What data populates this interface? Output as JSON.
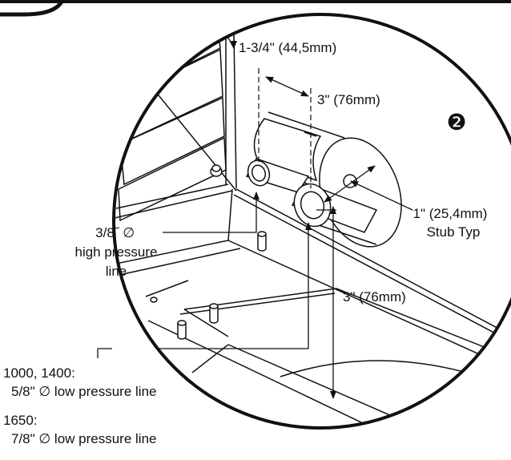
{
  "figure": {
    "step_marker": "❷",
    "labels": {
      "offset_horizontal": "1-3/4\" (44,5mm)",
      "spacing_horizontal": "3\" (76mm)",
      "stub_size_line1": "1\" (25,4mm)",
      "stub_size_line2": "Stub Typ",
      "high_pressure_line1": "3/8˝ ∅",
      "high_pressure_line2": "high pressure",
      "high_pressure_line3": "line",
      "vertical_spacing": "3\" (76mm)",
      "low_pressure_a_models": "1000, 1400:",
      "low_pressure_a_size": "5/8\" ∅ low pressure line",
      "low_pressure_b_model": "1650:",
      "low_pressure_b_size": "7/8\" ∅ low pressure line"
    }
  }
}
